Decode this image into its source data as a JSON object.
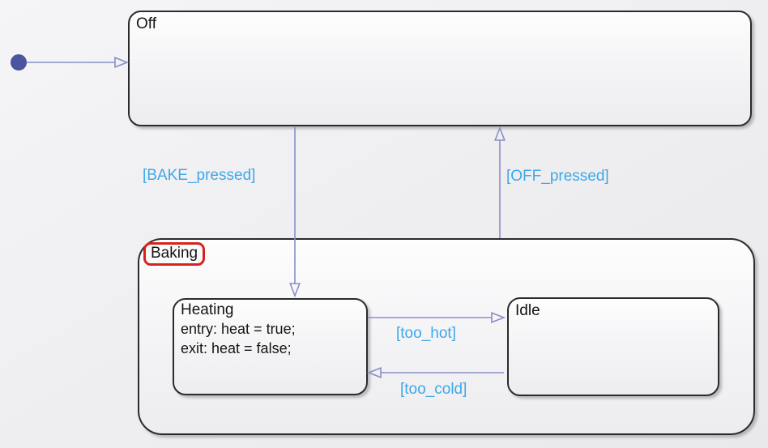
{
  "colors": {
    "transition_line": "#8a8fc6",
    "transition_label": "#3fa8e8",
    "state_border": "#2b2b2b",
    "initial_dot": "#4a54a0",
    "selection_highlight": "#d8221c"
  },
  "states": {
    "off": {
      "label": "Off"
    },
    "baking": {
      "label": "Baking",
      "selected": true
    },
    "heating": {
      "label": "Heating",
      "action_entry": "entry: heat = true;",
      "action_exit": "exit: heat = false;"
    },
    "idle": {
      "label": "Idle"
    }
  },
  "transitions": {
    "initial": {
      "source": "default-start",
      "target": "Off",
      "label": ""
    },
    "bake": {
      "source": "Off",
      "target": "Baking.Heating",
      "label": "[BAKE_pressed]"
    },
    "off": {
      "source": "Baking",
      "target": "Off",
      "label": "[OFF_pressed]"
    },
    "too_hot": {
      "source": "Heating",
      "target": "Idle",
      "label": "[too_hot]"
    },
    "too_cold": {
      "source": "Idle",
      "target": "Heating",
      "label": "[too_cold]"
    }
  }
}
